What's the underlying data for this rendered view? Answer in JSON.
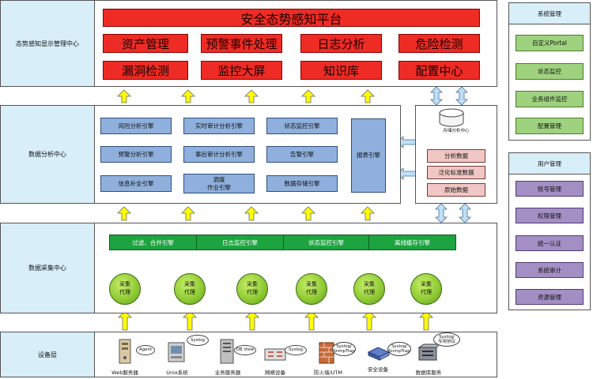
{
  "layers": {
    "display": "态势感知显示管理中心",
    "analysis": "数据分析中心",
    "collection": "数据采集中心",
    "device": "设备层"
  },
  "platform": {
    "title": "安全态势感知平台",
    "modules": [
      "资产管理",
      "预警事件处理",
      "日志分析",
      "危险检测",
      "漏洞检测",
      "监控大屏",
      "知识库",
      "配置中心"
    ]
  },
  "engines": {
    "col1": [
      "风险分析引擎",
      "预警分析引擎",
      "信息补全引擎"
    ],
    "col2": [
      "实时审计分析引擎",
      "事后审计分析引擎",
      "调度\n作业引擎"
    ],
    "col3": [
      "状态监控引擎",
      "告警引擎",
      "数据存储引擎"
    ],
    "report": "报表引擎"
  },
  "storage": {
    "title": "存储分析中心",
    "items": [
      "分析数据",
      "泛化标准数据",
      "原始数据"
    ]
  },
  "collection_engines": [
    "过滤、合并引擎",
    "日志监控引擎",
    "状态监控引擎",
    "离线缓存引擎"
  ],
  "agents": [
    "采集\n代理",
    "采集\n代理",
    "采集\n代理",
    "采集\n代理",
    "采集\n代理",
    "采集\n代理"
  ],
  "devices": {
    "labels": [
      "Web服务器",
      "Unix系统",
      "业务服务器",
      "网络设备",
      "防火墙/UTM",
      "安全设备",
      "数据库服务"
    ],
    "bubbles": [
      "Agent",
      "Syslog",
      "DB View",
      "Syslog",
      "Syslog/\nSnmpTrap",
      "Syslog/\nSnmpTrap",
      "Syslog/\n专用协议"
    ]
  },
  "right_panels": {
    "system": {
      "title": "系统管理",
      "items": [
        "自定义Portal",
        "状态监控",
        "业务组件监控",
        "配置管理"
      ]
    },
    "user": {
      "title": "用户管理",
      "items": [
        "账号管理",
        "权限管理",
        "统一认证",
        "系统审计",
        "资源管理"
      ]
    }
  },
  "colors": {
    "arrow_fill": "#ffff00",
    "double_arrow_fill": "#bfe0f8"
  }
}
